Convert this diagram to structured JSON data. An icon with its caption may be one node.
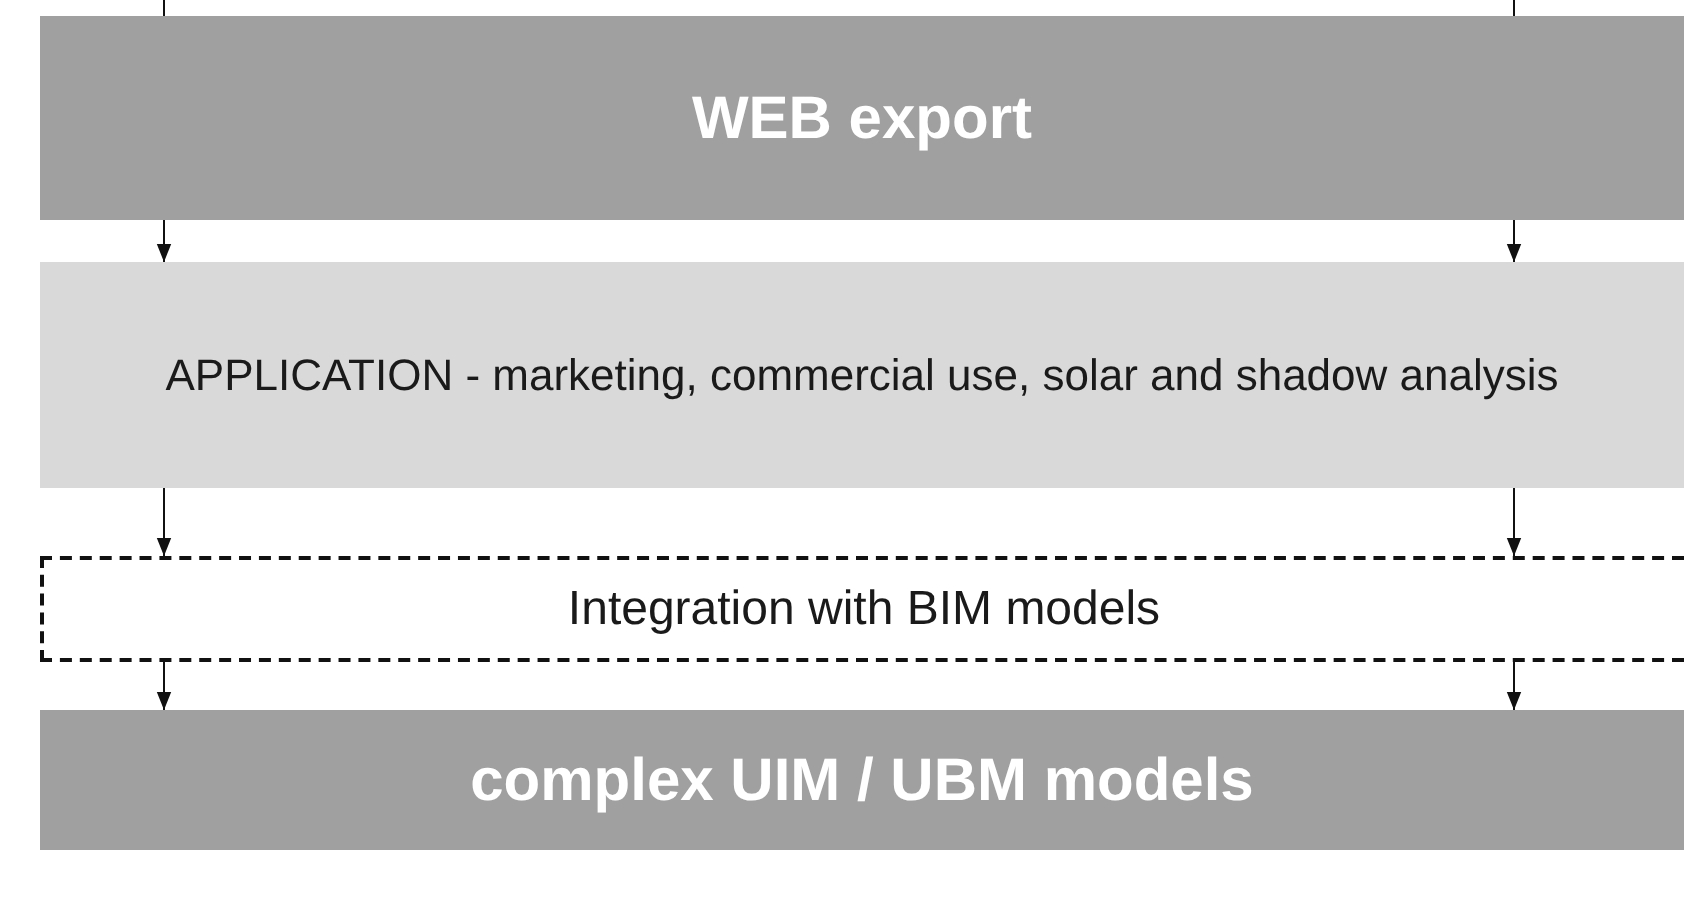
{
  "diagram": {
    "nodes": [
      {
        "text": [
          "WEB export"
        ]
      },
      {
        "text": [
          "APPLICATION -  marketing, commercial use, solar and shadow analysis"
        ]
      },
      {
        "text": [
          "Integration with BIM models"
        ]
      },
      {
        "text": [
          "complex UIM / UBM models"
        ]
      }
    ],
    "edges": [
      {
        "from": null,
        "to": 0,
        "arrow": "none"
      },
      {
        "from": null,
        "to": 0,
        "arrow": "none"
      },
      {
        "from": 0,
        "to": 1,
        "arrow": "to"
      },
      {
        "from": 0,
        "to": 1,
        "arrow": "to"
      },
      {
        "from": 1,
        "to": 2,
        "arrow": "to"
      },
      {
        "from": 1,
        "to": 2,
        "arrow": "to"
      },
      {
        "from": 2,
        "to": 3,
        "arrow": "to"
      },
      {
        "from": 2,
        "to": 3,
        "arrow": "to"
      }
    ]
  }
}
